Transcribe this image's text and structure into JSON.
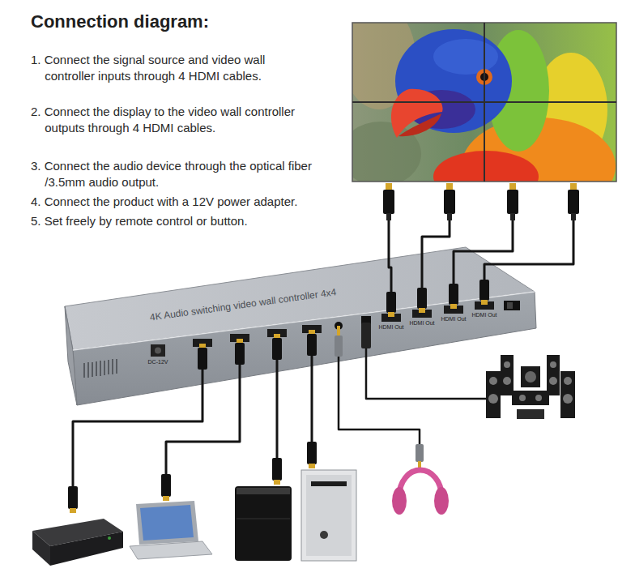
{
  "diagram": {
    "title": "Connection diagram:",
    "nodes": [
      {
        "text": [
          "4K Audio switching video wall controller 4x4"
        ]
      }
    ],
    "labels": [
      "1. Connect the signal source and video wall controller inputs through 4 HDMI cables.",
      "2. Connect the display to the video wall controller outputs through 4 HDMI cables.",
      "3. Connect the audio device through the optical fiber /3.5mm audio output.",
      "4. Connect the product with a 12V power adapter.",
      "5. Set freely by remote control or button.",
      "HDMI Out",
      "HDMI Out",
      "HDMI Out",
      "HDMI Out",
      "DC-12V"
    ]
  }
}
